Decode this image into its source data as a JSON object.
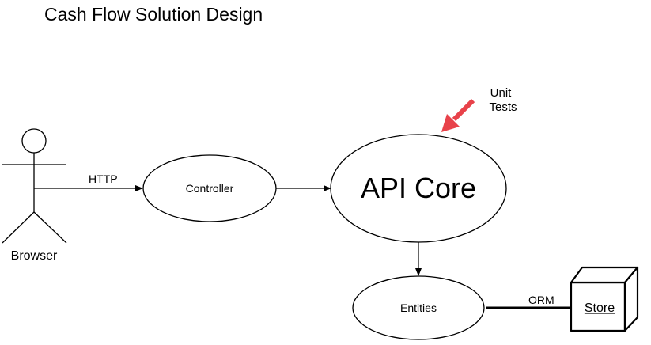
{
  "diagram": {
    "title": "Cash Flow Solution Design",
    "actor": {
      "label": "Browser"
    },
    "nodes": {
      "controller": "Controller",
      "api_core": "API Core",
      "entities": "Entities",
      "store": "Store"
    },
    "edges": {
      "browser_to_controller": "HTTP",
      "entities_to_store": "ORM"
    },
    "annotation": {
      "line1": "Unit",
      "line2": "Tests",
      "arrow_color": "#e8424a"
    }
  }
}
